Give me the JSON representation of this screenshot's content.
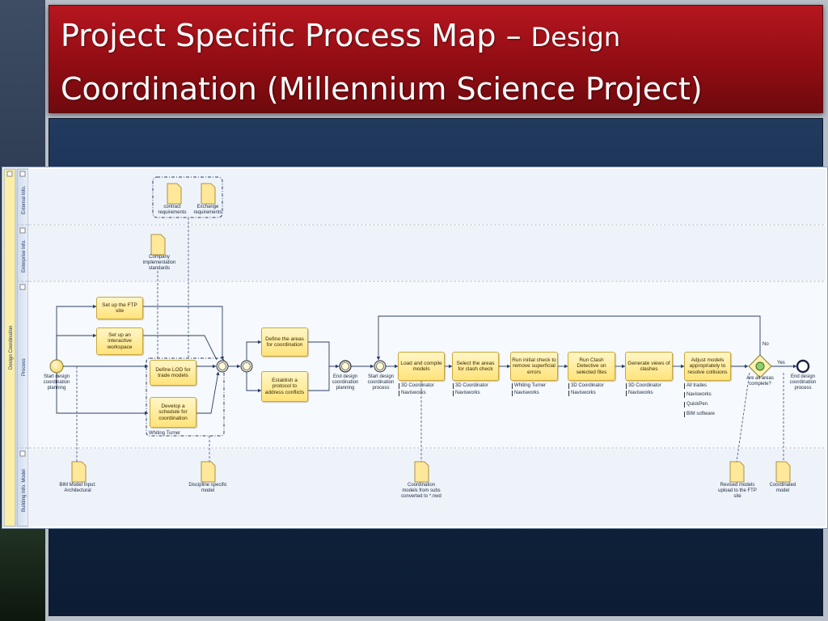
{
  "title": {
    "line1_main": "Project Specific Process Map – ",
    "line1_suffix": "Design",
    "line2": "Coordination (Millennium Science Project)"
  },
  "diagram": {
    "pool_label": "Design Coordination",
    "lanes": [
      "External Info.",
      "Enterprise Info.",
      "Process",
      "Building Info. Model"
    ],
    "events": {
      "start": "Start design coordination planning",
      "end_planning": "End design coordination planning",
      "start_process": "Start design coordination process",
      "end_process": "End design coordination process"
    },
    "activities": {
      "ftp": "Set up the FTP site",
      "workspace": "Set up an interactive workspace",
      "lod": "Define LOD for trade models",
      "schedule": "Develop a schedule for coordination",
      "areas": "Define the areas for coordination",
      "protocol": "Establish a protocol to address conflicts",
      "load": "Load and compile models",
      "select": "Select the areas for clash check",
      "initial": "Run initial check to remove superficial errors",
      "clash": "Run Clash Detective on selected files",
      "views": "Generate views of clashes",
      "adjust": "Adjust models appropriately to resolve collisions"
    },
    "group_label": "Whiting Turner",
    "gateway": {
      "label": "Are all areas complete?",
      "no": "No",
      "yes": "Yes"
    },
    "documents": {
      "contract": "contract requirements",
      "exchange": "Exchange requirements",
      "company": "Company implementation standards",
      "bim_input": "BIM Model Input: Architectural",
      "discipline": "Discipline specific model",
      "coordination_models": "Coordination models from subs converted to *.nwd",
      "revised": "Revised models upload to the FTP site",
      "coordinated": "Coordinated model"
    },
    "resources": {
      "load": [
        "3D Coordinator",
        "Navisworks"
      ],
      "select": [
        "3D Coordinator",
        "Navisworks"
      ],
      "initial": [
        "Whiting Turner",
        "Navisworks"
      ],
      "clash": [
        "3D Coordinator",
        "Navisworks"
      ],
      "views": [
        "3D Coordinator",
        "Navisworks"
      ],
      "adjust": [
        "All trades",
        "Navisworks",
        "QuickPen",
        "BIM software"
      ]
    }
  },
  "colors": {
    "title_red": "#a5111a",
    "content_navy": "#152a47",
    "activity_fill": "#ffe37a",
    "lane_bg": "#e8eef7",
    "line": "#2a3e66"
  }
}
